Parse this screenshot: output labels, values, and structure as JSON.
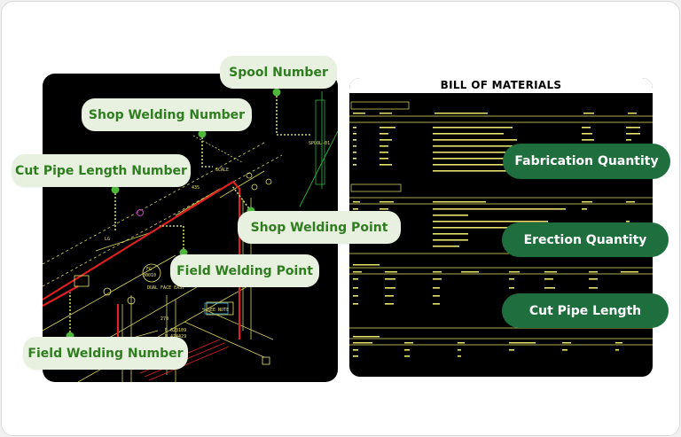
{
  "iso_callouts": {
    "spool_number": "Spool Number",
    "shop_welding_number": "Shop Welding Number",
    "cut_pipe_length_number": "Cut Pipe Length Number",
    "shop_welding_point": "Shop Welding Point",
    "field_welding_point": "Field Welding Point",
    "field_welding_number": "Field Welding Number"
  },
  "bom": {
    "title": "BILL OF MATERIALS"
  },
  "bom_callouts": {
    "fabrication_quantity": "Fabrication Quantity",
    "erection_quantity": "Erection Quantity",
    "cut_pipe_length": "Cut Pipe Length"
  },
  "colors": {
    "accent_dark": "#1f6e3e",
    "callout_bg": "#e8f1df",
    "callout_text": "#2e7d1f",
    "cad_yellow": "#e8e36a",
    "cad_red": "#e02020"
  }
}
